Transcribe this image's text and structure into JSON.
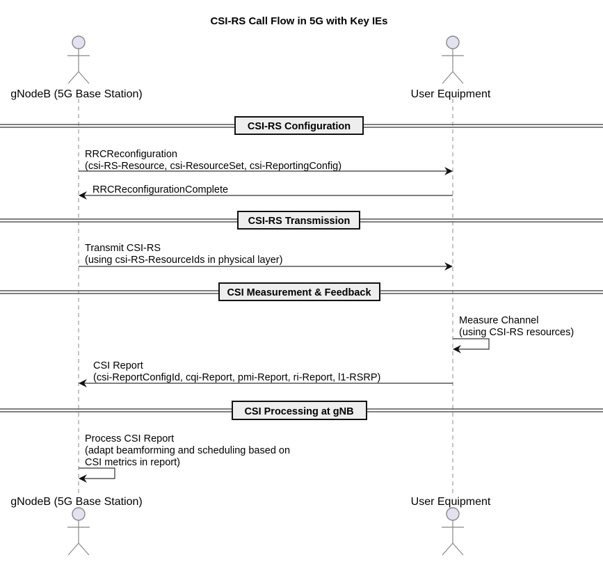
{
  "title": "CSI-RS Call Flow in 5G with Key IEs",
  "participants": [
    {
      "id": "gnb",
      "label": "gNodeB (5G Base Station)",
      "type": "actor"
    },
    {
      "id": "ue",
      "label": "User Equipment",
      "type": "actor"
    }
  ],
  "dividers": [
    {
      "label": "CSI-RS Configuration"
    },
    {
      "label": "CSI-RS Transmission"
    },
    {
      "label": "CSI Measurement & Feedback"
    },
    {
      "label": "CSI Processing at gNB"
    }
  ],
  "messages": [
    {
      "from": "gnb",
      "to": "ue",
      "lines": [
        "RRCReconfiguration",
        "(csi-RS-Resource, csi-ResourceSet, csi-ReportingConfig)"
      ]
    },
    {
      "from": "ue",
      "to": "gnb",
      "lines": [
        "RRCReconfigurationComplete"
      ]
    },
    {
      "from": "gnb",
      "to": "ue",
      "lines": [
        "Transmit CSI-RS",
        "(using csi-RS-ResourceIds in physical layer)"
      ]
    },
    {
      "from": "ue",
      "to": "ue",
      "lines": [
        "Measure Channel",
        "(using CSI-RS resources)"
      ]
    },
    {
      "from": "ue",
      "to": "gnb",
      "lines": [
        "CSI Report",
        "(csi-ReportConfigId, cqi-Report, pmi-Report, ri-Report, l1-RSRP)"
      ]
    },
    {
      "from": "gnb",
      "to": "gnb",
      "lines": [
        "Process CSI Report",
        "(adapt beamforming and scheduling based on",
        "CSI metrics in report)"
      ]
    }
  ]
}
